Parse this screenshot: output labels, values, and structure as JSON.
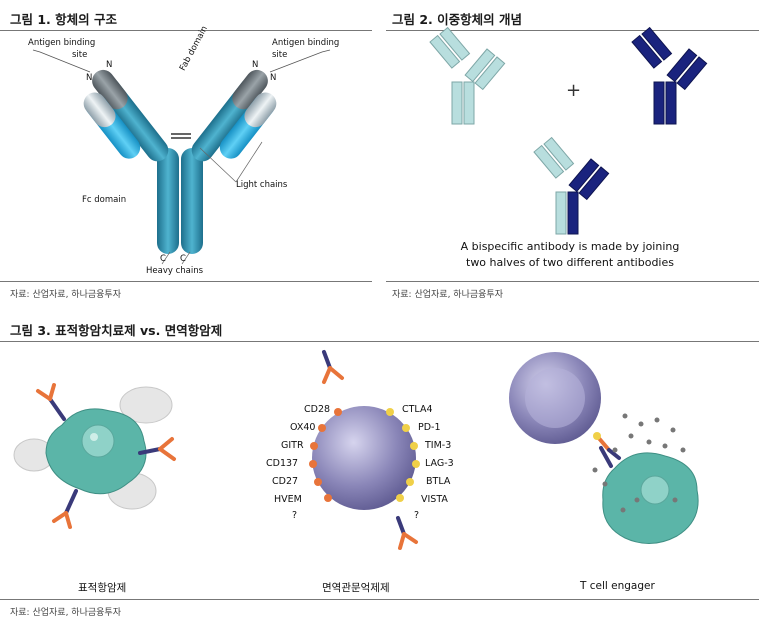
{
  "figure1": {
    "title": "그림 1. 항체의 구조",
    "labels": {
      "antigen_left": "Antigen binding",
      "site_left": "site",
      "antigen_right": "Antigen binding",
      "site_right": "site",
      "n1": "N",
      "n2": "N",
      "n3": "N",
      "n4": "N",
      "fab": "Fab domain",
      "fc": "Fc domain",
      "light": "Light chains",
      "c1": "C",
      "c2": "C",
      "heavy": "Heavy chains"
    },
    "source": "자료: 산업자료, 하나금융투자"
  },
  "figure2": {
    "title": "그림 2. 이중항체의 개념",
    "plus": "+",
    "caption_line1": "A bispecific antibody is made by joining",
    "caption_line2": "two halves of two different antibodies",
    "source": "자료: 산업자료, 하나금융투자"
  },
  "figure3": {
    "title": "그림 3. 표적항암치료제 vs. 면역항암제",
    "left_markers": [
      "CD28",
      "OX40",
      "GITR",
      "CD137",
      "CD27",
      "HVEM",
      "?"
    ],
    "right_markers": [
      "CTLA4",
      "PD-1",
      "TIM-3",
      "LAG-3",
      "BTLA",
      "VISTA",
      "?"
    ],
    "captions": {
      "targeted": "표적항암제",
      "checkpoint": "면역관문억제제",
      "engager": "T cell engager"
    },
    "source": "자료: 산업자료, 하나금융투자"
  },
  "colors": {
    "antibody_teal": "#2a8fb0",
    "light_chain_cyan": "#2ab4e8",
    "light_blue": "#b8dede",
    "navy": "#1a237e",
    "cell_teal": "#5bb5a8",
    "tcell_purple": "#8a86b8",
    "receptor_orange": "#e8743a",
    "receptor_yellow": "#f0d048"
  }
}
